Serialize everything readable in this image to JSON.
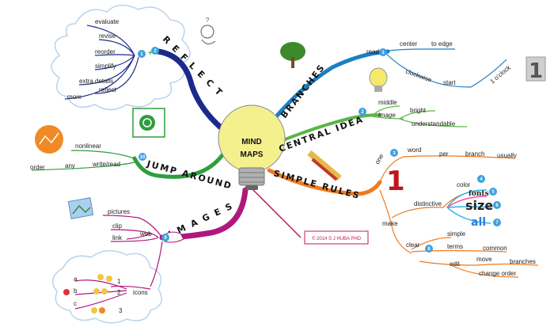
{
  "center": {
    "line1": "MIND",
    "line2": "MAPS"
  },
  "reflect": {
    "title": "R E F L E C T",
    "items": [
      "evaluate",
      "revise",
      "reorder",
      "simplify",
      "extra details",
      "more",
      "reflect"
    ],
    "badges": [
      "1",
      "2"
    ]
  },
  "branches": {
    "title": "BRANCHES",
    "items": [
      "read",
      "center",
      "to edge",
      "clockwise",
      "start",
      "1 o'clock"
    ],
    "badge": "1",
    "clock_digit": "1"
  },
  "central_idea": {
    "title": "CENTRAL IDEA",
    "items": [
      "middle",
      "image",
      "bright",
      "understandable"
    ],
    "badge": "2"
  },
  "jump_around": {
    "title": "JUMP AROUND",
    "items": [
      "nonlinear",
      "order",
      "any",
      "write/read"
    ],
    "badge": "10"
  },
  "simple_rules": {
    "title": "SIMPLE RULES",
    "items": [
      "one",
      "word",
      "per",
      "branch",
      "usually",
      "make",
      "distinctive",
      "color",
      "fonts",
      "size",
      "all",
      "clear",
      "simple",
      "terms",
      "common",
      "edit",
      "move",
      "branches",
      "change order"
    ],
    "badges": [
      "3",
      "4",
      "5",
      "6",
      "7",
      "8"
    ],
    "digit_one": "1"
  },
  "images": {
    "title": "I M A G E S",
    "items": [
      "pictures",
      "clip",
      "link",
      "web",
      "icons",
      "a",
      "b",
      "c",
      "1",
      "2",
      "3"
    ],
    "badge": "9"
  },
  "copyright": "© 2014 S J HUBA PHD",
  "colors": {
    "reflect": "#1c2a8c",
    "branches": "#1b7fc4",
    "central": "#5bb546",
    "jump": "#2e9e3e",
    "rules": "#f07a1e",
    "images": "#b0187c",
    "copyright": "#c2185b"
  }
}
